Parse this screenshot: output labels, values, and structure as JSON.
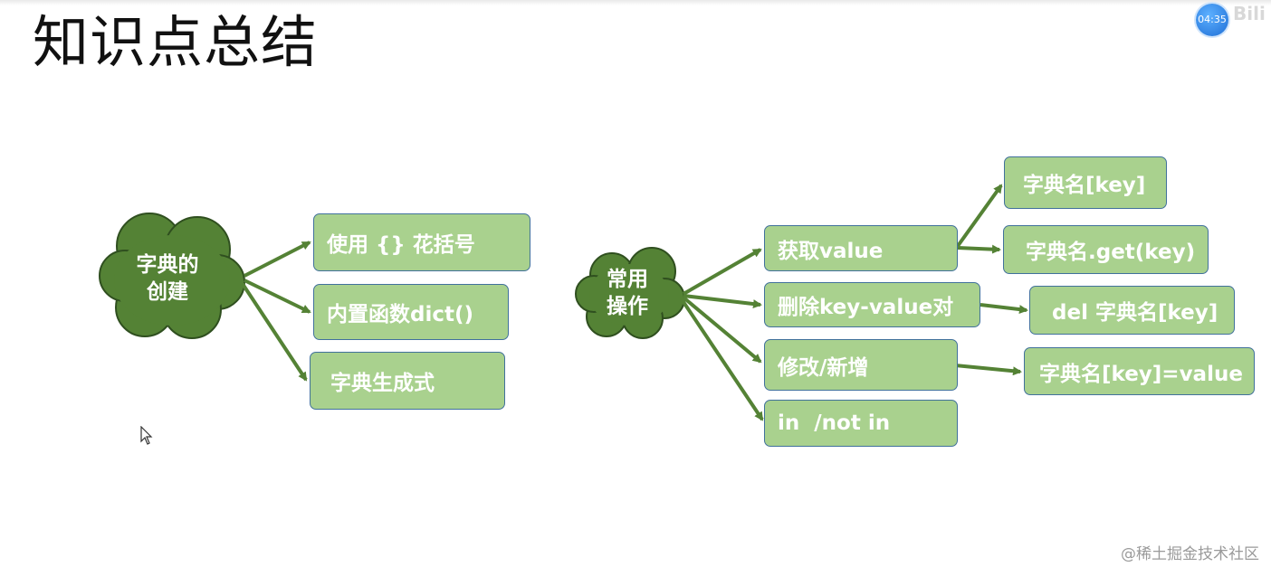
{
  "slide": {
    "title": "知识点总结",
    "timer": "04:35",
    "corner_logo": "Bili",
    "watermark": "@稀土掘金技术社区"
  },
  "creation": {
    "center": "字典的\n创建",
    "items": [
      "使用 {} 花括号",
      "内置函数dict()",
      "字典生成式"
    ]
  },
  "operations": {
    "center": "常用\n操作",
    "items": [
      "获取value",
      "删除key-value对",
      "修改/新增",
      "in  /not in"
    ],
    "details": [
      "字典名[key]",
      "字典名.get(key)",
      "del 字典名[key]",
      "字典名[key]=value"
    ]
  },
  "colors": {
    "cloud_fill": "#548235",
    "box_fill": "#a9d18e",
    "box_border": "#41719c",
    "arrow": "#548235"
  }
}
